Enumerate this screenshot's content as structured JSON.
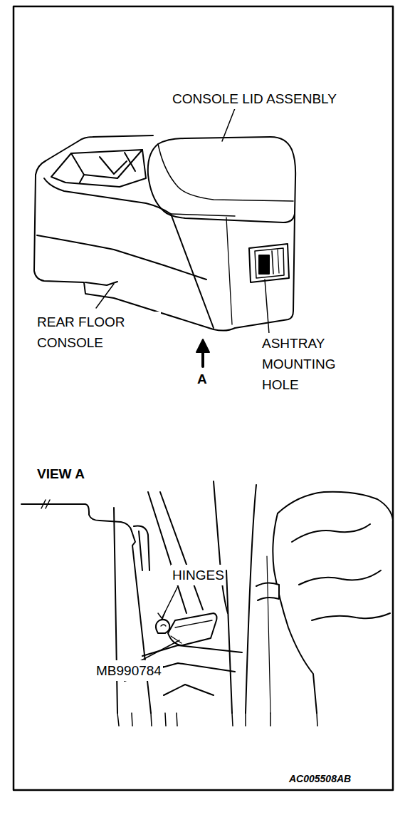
{
  "diagram": {
    "labels": [
      "CONSOLE LID ASSENBLY",
      "REAR FLOOR CONSOLE",
      "ASHTRAY MOUNTING HOLE",
      "A",
      "VIEW A",
      "HINGES",
      "MB990784",
      "AC005508AB"
    ]
  }
}
